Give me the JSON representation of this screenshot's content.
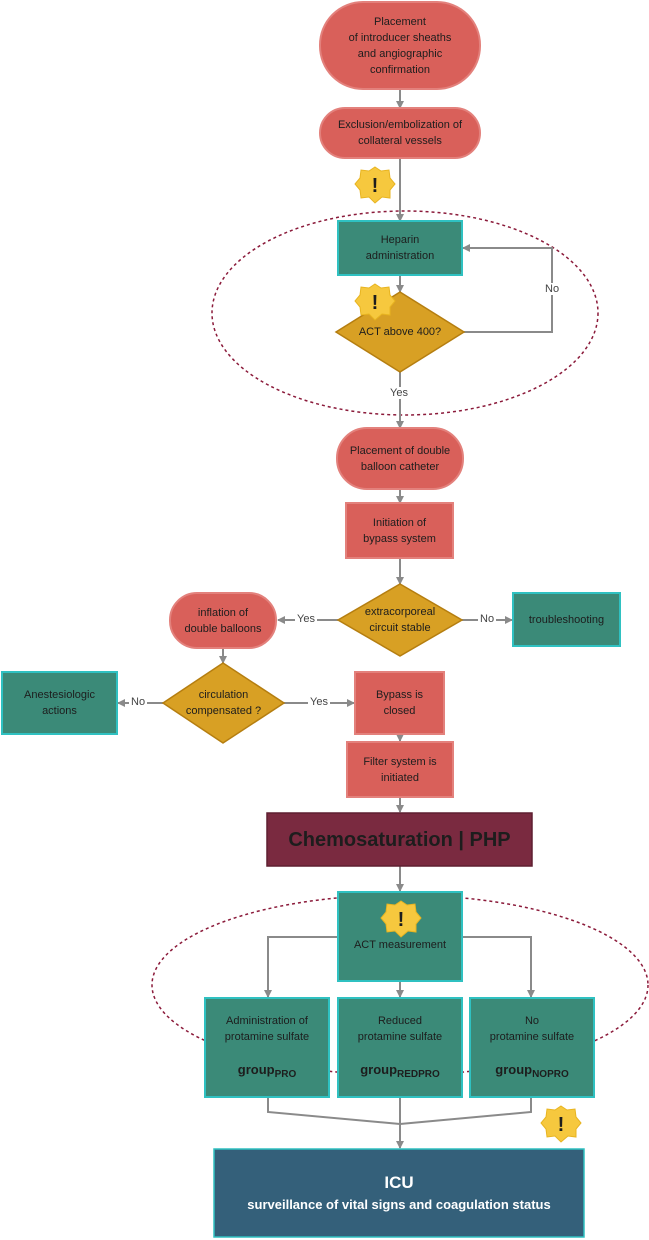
{
  "nodes": {
    "placement_sheaths": [
      "Placement",
      "of  introducer sheaths",
      "and angiographic",
      "confirmation"
    ],
    "exclusion": [
      "Exclusion/embolization of",
      "collateral vessels"
    ],
    "heparin": [
      "Heparin",
      "administration"
    ],
    "act_check": "ACT above 400?",
    "double_balloon": [
      "Placement of double",
      "balloon catheter"
    ],
    "bypass_init": [
      "Initiation of",
      "bypass system"
    ],
    "circuit_stable": [
      "extracorporeal",
      "circuit stable"
    ],
    "troubleshooting": "troubleshooting",
    "inflation": [
      "inflation of",
      "double balloons"
    ],
    "circulation": [
      "circulation",
      "compensated ?"
    ],
    "anesthesiologic": [
      "Anestesiologic",
      "actions"
    ],
    "bypass_closed": [
      "Bypass is",
      "closed"
    ],
    "filter": [
      "Filter system is",
      "initiated"
    ],
    "chemosaturation": "Chemosaturation | PHP",
    "act_measurement": "ACT measurement",
    "admin_protamine": [
      "Administration of",
      "protamine sulfate"
    ],
    "reduced_protamine": [
      "Reduced",
      "protamine sulfate"
    ],
    "no_protamine": [
      "No",
      "protamine sulfate"
    ],
    "group_pro": {
      "base": "group",
      "sub": "PRO"
    },
    "group_redpro": {
      "base": "group",
      "sub": "REDPRO"
    },
    "group_nopro": {
      "base": "group",
      "sub": "NOPRO"
    },
    "icu_title": "ICU",
    "icu_subtitle": "surveillance of vital signs and coagulation status"
  },
  "edge_labels": {
    "no_act": "No",
    "yes_act": "Yes",
    "yes_circuit": "Yes",
    "no_circuit": "No",
    "no_circulation": "No",
    "yes_circulation": "Yes"
  },
  "warning_symbol": "!",
  "icons": [
    "warning-icon"
  ],
  "colors": {
    "red_node": "#d9605a",
    "red_border": "#e3817c",
    "green_node": "#3b8a78",
    "green_border": "#2fc1c1",
    "diamond": "#d8a024",
    "diamond_border": "#b57e10",
    "chemo": "#7a2a40",
    "icu": "#34607a",
    "arrow": "#8a8a8a",
    "dashed_ellipse": "#8b1a3a",
    "warning": "#f6c83e"
  }
}
